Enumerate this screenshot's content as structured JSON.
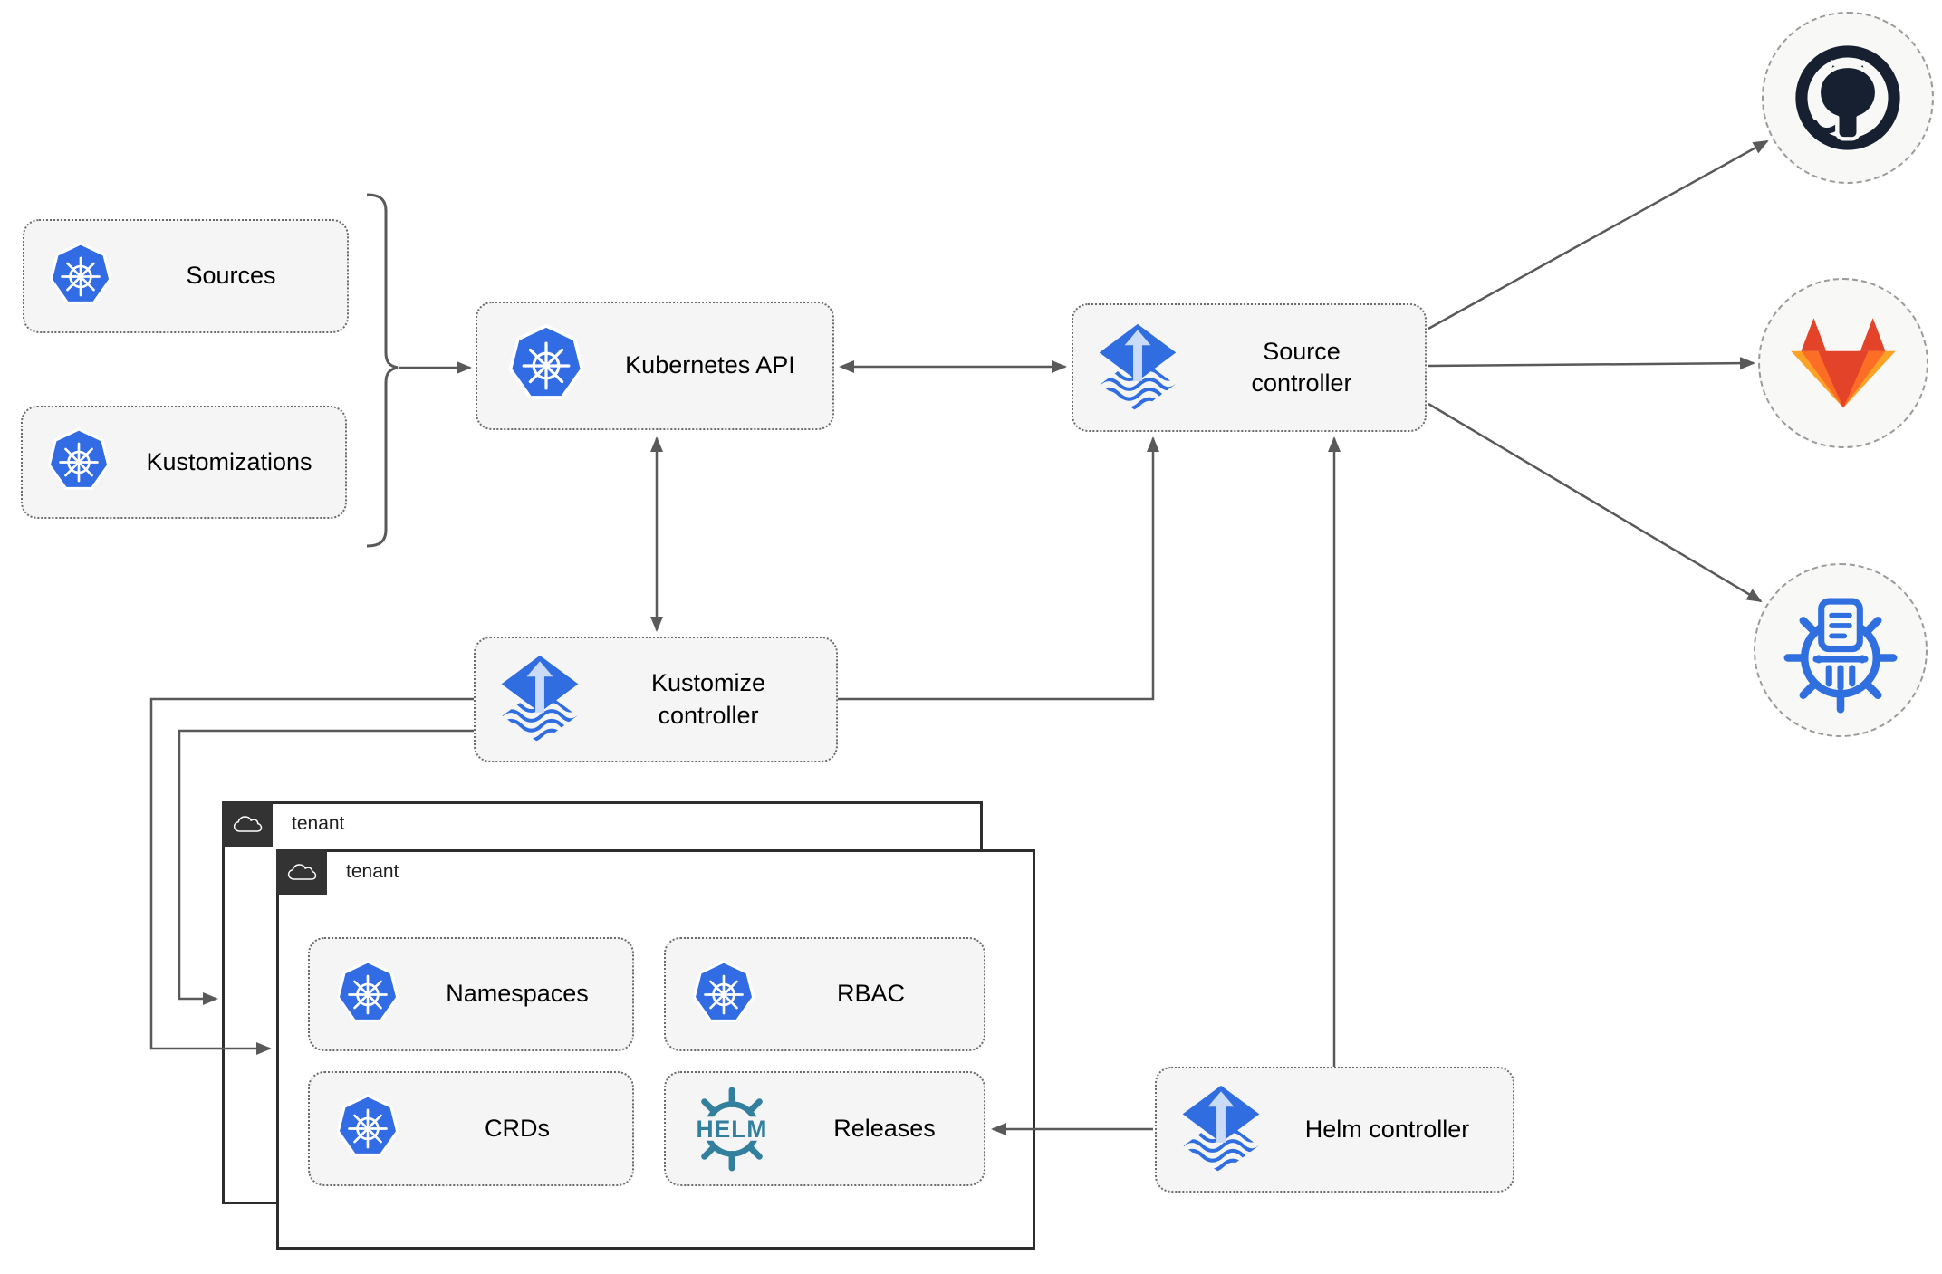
{
  "diagram": {
    "nodes": {
      "sources": {
        "label": "Sources",
        "icon": "kubernetes-icon"
      },
      "kustomizations": {
        "label": "Kustomizations",
        "icon": "kubernetes-icon"
      },
      "kubernetes_api": {
        "label": "Kubernetes API",
        "icon": "kubernetes-icon"
      },
      "source_controller": {
        "label": "Source controller",
        "icon": "flux-icon"
      },
      "kustomize_controller": {
        "label": "Kustomize controller",
        "icon": "flux-icon"
      },
      "helm_controller": {
        "label": "Helm controller",
        "icon": "flux-icon"
      },
      "tenant_outer": {
        "label": "tenant",
        "icon": "cloud-icon"
      },
      "tenant_inner": {
        "label": "tenant",
        "icon": "cloud-icon"
      },
      "namespaces": {
        "label": "Namespaces",
        "icon": "kubernetes-icon"
      },
      "rbac": {
        "label": "RBAC",
        "icon": "kubernetes-icon"
      },
      "crds": {
        "label": "CRDs",
        "icon": "kubernetes-icon"
      },
      "releases": {
        "label": "Releases",
        "icon": "helm-icon"
      }
    },
    "external": {
      "github": {
        "icon": "github-icon"
      },
      "gitlab": {
        "icon": "gitlab-icon"
      },
      "registry": {
        "icon": "helm-repository-icon"
      }
    },
    "helm_logo_text": "HELM",
    "edges": [
      {
        "from": "sources+kustomizations",
        "to": "kubernetes_api",
        "arrow": "end"
      },
      {
        "from": "kubernetes_api",
        "to": "source_controller",
        "arrow": "both"
      },
      {
        "from": "kubernetes_api",
        "to": "kustomize_controller",
        "arrow": "both"
      },
      {
        "from": "kustomize_controller",
        "to": "source_controller",
        "arrow": "end"
      },
      {
        "from": "kustomize_controller",
        "to": "tenant_outer",
        "arrow": "end"
      },
      {
        "from": "kustomize_controller",
        "to": "tenant_inner",
        "arrow": "end"
      },
      {
        "from": "helm_controller",
        "to": "source_controller",
        "arrow": "end"
      },
      {
        "from": "helm_controller",
        "to": "releases",
        "arrow": "end"
      },
      {
        "from": "source_controller",
        "to": "github",
        "arrow": "end"
      },
      {
        "from": "source_controller",
        "to": "gitlab",
        "arrow": "end"
      },
      {
        "from": "source_controller",
        "to": "registry",
        "arrow": "end"
      }
    ],
    "colors": {
      "kubernetes_blue": "#326ce5",
      "flux_blue": "#2f6de1",
      "flux_arrow_light": "#c9dbf7",
      "helm_teal": "#327f9e",
      "github_dark": "#172030",
      "gitlab_red_orange": "#e24329",
      "gitlab_orange": "#fc6d26",
      "gitlab_light_orange": "#fca326",
      "registry_blue": "#2f6fe0",
      "connector_gray": "#595959",
      "node_fill": "#f5f5f5",
      "tenant_border": "#2d2d2d",
      "badge_bg": "#333333"
    }
  }
}
